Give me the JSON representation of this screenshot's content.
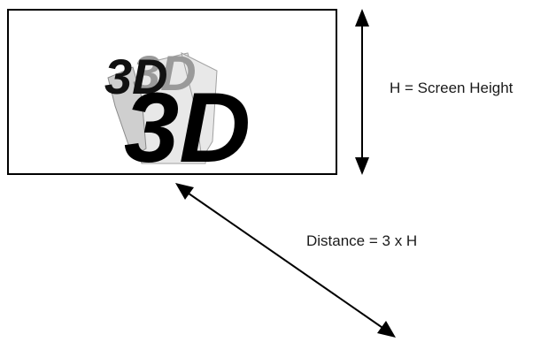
{
  "screen": {
    "logo_text": "3D"
  },
  "labels": {
    "height": "H = Screen Height",
    "distance": "Distance = 3 x H"
  },
  "colors": {
    "stroke": "#000000",
    "background": "#ffffff",
    "logo_shadow": "#cfcfcf"
  }
}
